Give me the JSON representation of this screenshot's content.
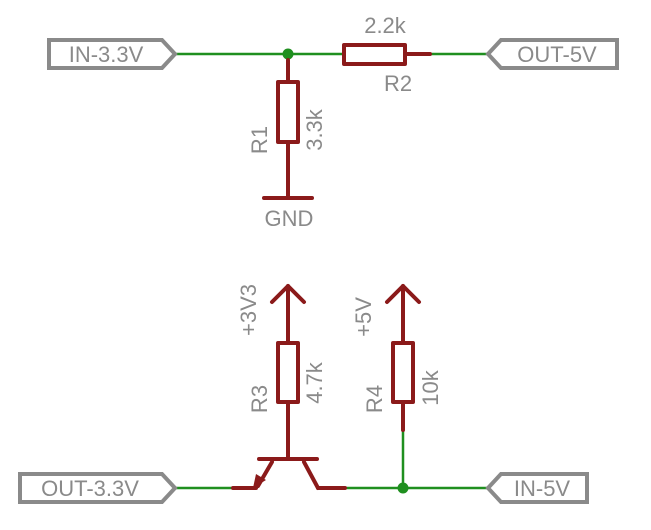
{
  "ports": {
    "in_3v3": "IN-3.3V",
    "out_5v": "OUT-5V",
    "out_3v3": "OUT-3.3V",
    "in_5v": "IN-5V"
  },
  "components": {
    "r1": {
      "name": "R1",
      "value": "3.3k"
    },
    "r2": {
      "name": "R2",
      "value": "2.2k"
    },
    "r3": {
      "name": "R3",
      "value": "4.7k"
    },
    "r4": {
      "name": "R4",
      "value": "10k"
    }
  },
  "supplies": {
    "gnd": "GND",
    "vcc_3v3": "+3V3",
    "vcc_5v": "+5V"
  },
  "colors": {
    "wire": "#1f8f1f",
    "component": "#8b1a1a",
    "label": "#8a8a8a"
  }
}
